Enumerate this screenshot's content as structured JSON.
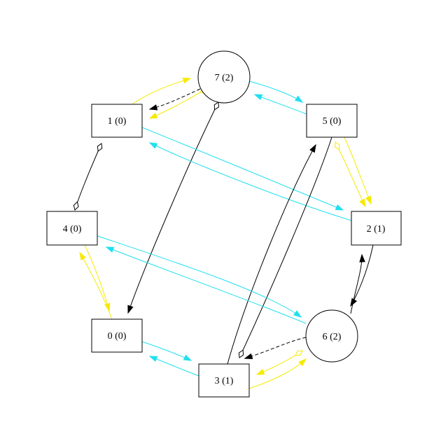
{
  "graph": {
    "colors": {
      "cyan": "#1fe0f0",
      "yellow": "#f5ea00",
      "black": "#000000"
    },
    "nodes": [
      {
        "id": "n7",
        "label": "7 (2)",
        "shape": "circle"
      },
      {
        "id": "n1",
        "label": "1 (0)",
        "shape": "box"
      },
      {
        "id": "n5",
        "label": "5 (0)",
        "shape": "box"
      },
      {
        "id": "n4",
        "label": "4 (0)",
        "shape": "box"
      },
      {
        "id": "n2",
        "label": "2 (1)",
        "shape": "box"
      },
      {
        "id": "n0",
        "label": "0 (0)",
        "shape": "box"
      },
      {
        "id": "n6",
        "label": "6 (2)",
        "shape": "circle"
      },
      {
        "id": "n3",
        "label": "3 (1)",
        "shape": "box"
      }
    ],
    "edges": [
      {
        "from": "n1",
        "to": "n7",
        "color": "yellow",
        "style": "solid",
        "head": "normal"
      },
      {
        "from": "n7",
        "to": "n1",
        "color": "yellow",
        "style": "solid",
        "head": "normal",
        "tail": "odiamond"
      },
      {
        "from": "n7",
        "to": "n1",
        "color": "black",
        "style": "dashed",
        "head": "normal"
      },
      {
        "from": "n7",
        "to": "n5",
        "color": "cyan",
        "style": "solid",
        "head": "normal"
      },
      {
        "from": "n5",
        "to": "n7",
        "color": "cyan",
        "style": "solid",
        "head": "normal"
      },
      {
        "from": "n7",
        "to": "n0",
        "color": "black",
        "style": "solid",
        "head": "normal",
        "tail": "odiamond"
      },
      {
        "from": "n1",
        "to": "n4",
        "color": "black",
        "style": "solid",
        "head": "odiamond",
        "tail": "odiamond"
      },
      {
        "from": "n1",
        "to": "n2",
        "color": "cyan",
        "style": "solid",
        "head": "normal"
      },
      {
        "from": "n2",
        "to": "n1",
        "color": "cyan",
        "style": "solid",
        "head": "normal"
      },
      {
        "from": "n5",
        "to": "n2",
        "color": "yellow",
        "style": "solid",
        "head": "normal",
        "tail": "odiamond"
      },
      {
        "from": "n5",
        "to": "n2",
        "color": "yellow",
        "style": "solid",
        "head": "normal"
      },
      {
        "from": "n3",
        "to": "n5",
        "color": "black",
        "style": "solid",
        "head": "normal"
      },
      {
        "from": "n5",
        "to": "n3",
        "color": "black",
        "style": "solid",
        "head": "odiamond"
      },
      {
        "from": "n4",
        "to": "n0",
        "color": "yellow",
        "style": "solid",
        "head": "normal"
      },
      {
        "from": "n0",
        "to": "n4",
        "color": "yellow",
        "style": "solid",
        "head": "normal"
      },
      {
        "from": "n4",
        "to": "n6",
        "color": "cyan",
        "style": "solid",
        "head": "normal"
      },
      {
        "from": "n6",
        "to": "n4",
        "color": "cyan",
        "style": "solid",
        "head": "normal"
      },
      {
        "from": "n6",
        "to": "n2",
        "color": "black",
        "style": "solid",
        "head": "normal"
      },
      {
        "from": "n2",
        "to": "n6",
        "color": "black",
        "style": "solid",
        "head": "normal"
      },
      {
        "from": "n0",
        "to": "n3",
        "color": "cyan",
        "style": "solid",
        "head": "normal"
      },
      {
        "from": "n3",
        "to": "n0",
        "color": "cyan",
        "style": "solid",
        "head": "normal"
      },
      {
        "from": "n6",
        "to": "n3",
        "color": "black",
        "style": "dashed",
        "head": "normal"
      },
      {
        "from": "n6",
        "to": "n3",
        "color": "yellow",
        "style": "solid",
        "head": "normal",
        "tail": "odiamond"
      },
      {
        "from": "n3",
        "to": "n6",
        "color": "yellow",
        "style": "solid",
        "head": "normal"
      }
    ]
  }
}
